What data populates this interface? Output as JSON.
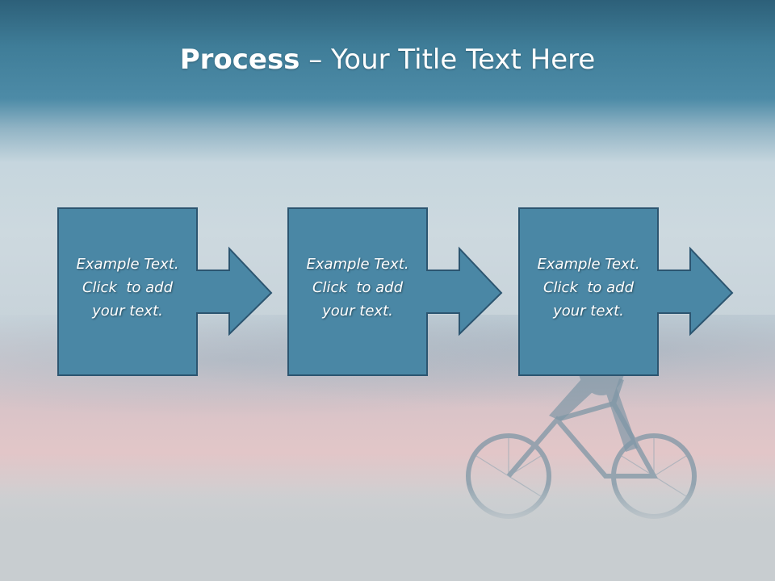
{
  "slide": {
    "title_bold": "Process",
    "title_rest": " – Your Title Text Here"
  },
  "steps": [
    {
      "lines": [
        "Example Text.",
        "Click  to add",
        "your text."
      ]
    },
    {
      "lines": [
        "Example Text.",
        "Click  to add",
        "your text."
      ]
    },
    {
      "lines": [
        "Example Text.",
        "Click  to add",
        "your text."
      ]
    }
  ],
  "colors": {
    "box_fill": "#4a87a5",
    "box_border": "#2c5570",
    "title_text": "#ffffff",
    "sky_top": "#2d6079"
  },
  "icons": [
    "cyclist-silhouette-image"
  ]
}
